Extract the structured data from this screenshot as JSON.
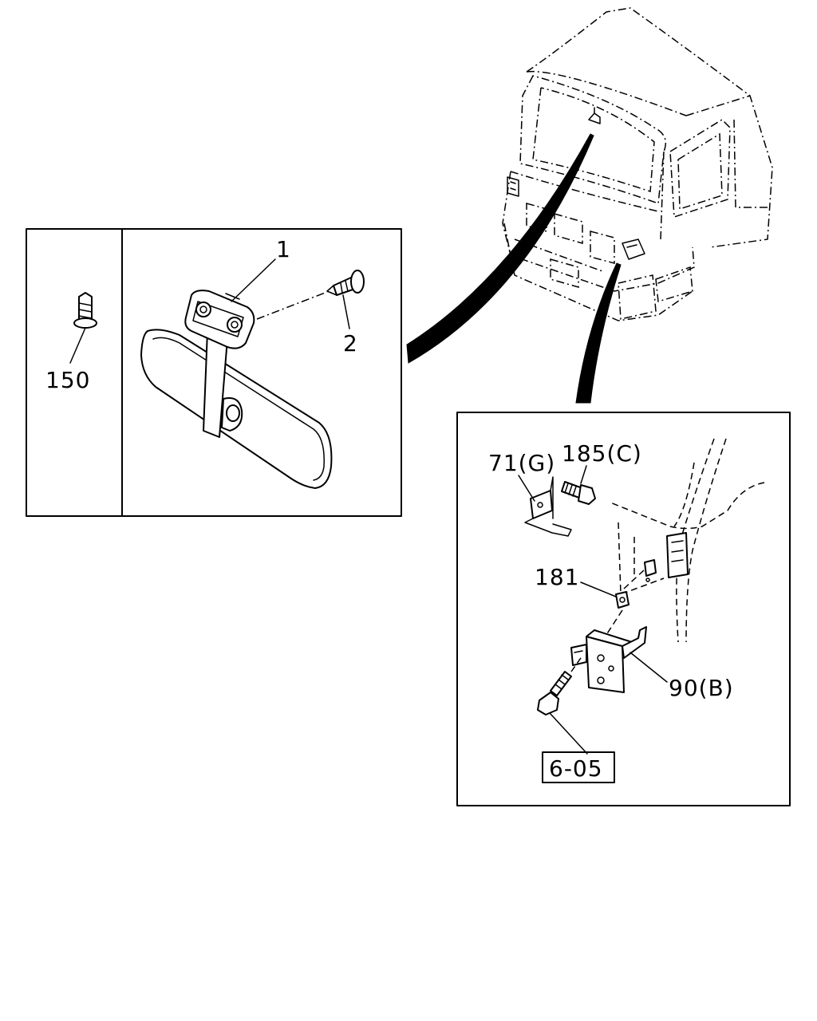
{
  "callouts": {
    "mirror": "1",
    "screw": "2",
    "clip": "150",
    "bracket_g": "71(G)",
    "bolt_c": "185(C)",
    "nut": "181",
    "bracket_b": "90(B)",
    "ref": "6-05"
  },
  "colors": {
    "line": "#000000",
    "background": "#ffffff"
  }
}
